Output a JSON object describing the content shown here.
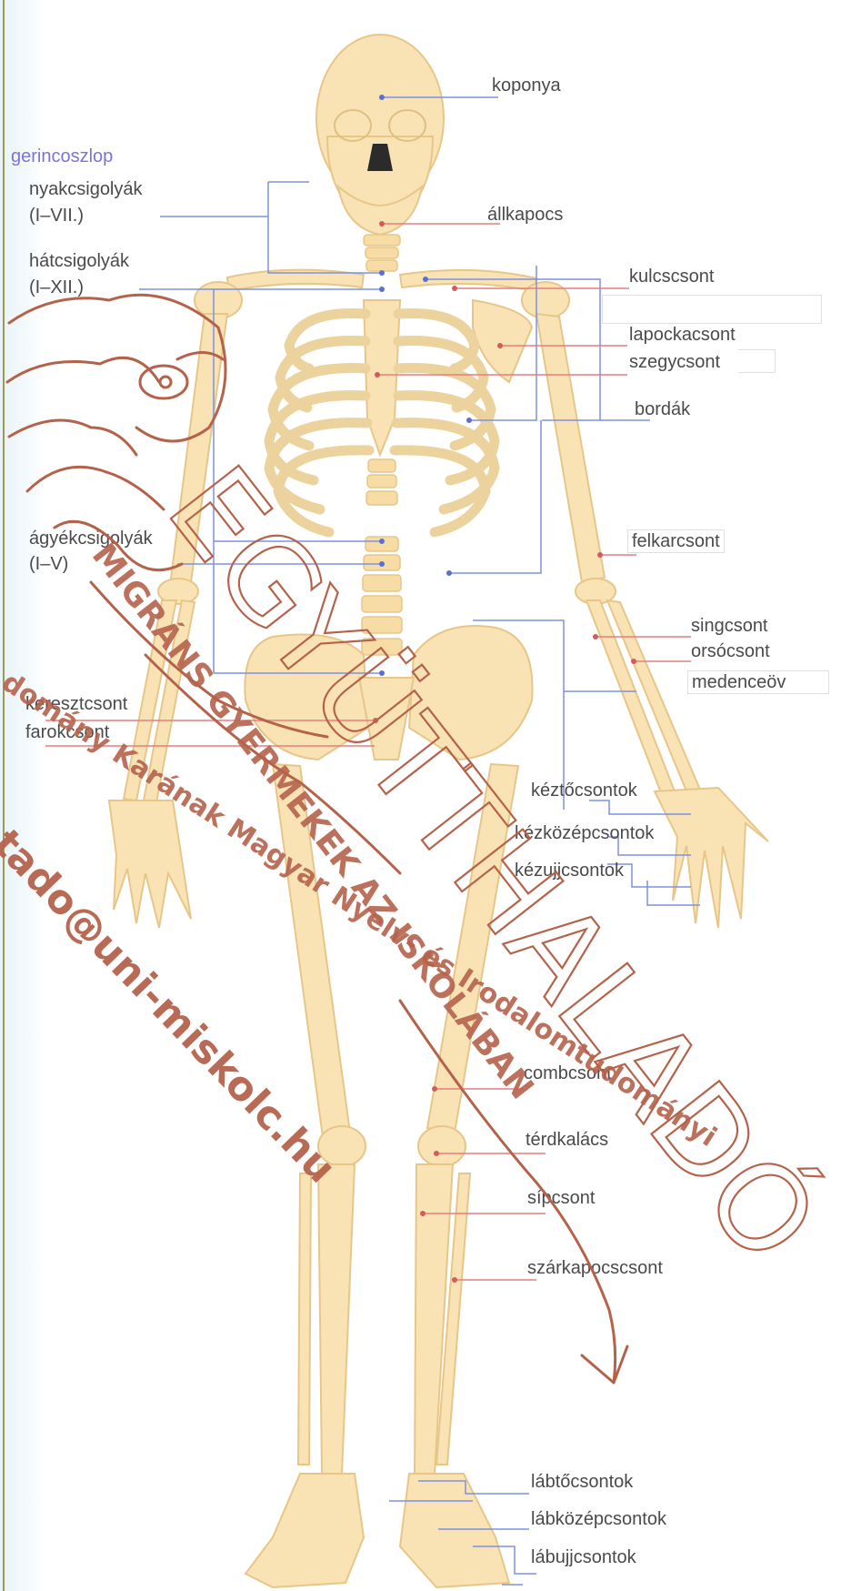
{
  "labels": {
    "gerincoszlop": "gerincoszlop",
    "nyakcsigolyak": "nyakcsigolyák",
    "nyakcsigolyak_range": "(I–VII.)",
    "hatcsigolyak": "hátcsigolyák",
    "hatcsigolyak_range": "(I–XII.)",
    "agyekcsigolyak": "ágyékcsigolyák",
    "agyekcsigolyak_range": "(I–V)",
    "keresztcsont": "keresztcsont",
    "farokcsont": "farokcsont",
    "koponya": "koponya",
    "allkapocs": "állkapocs",
    "kulcscsont": "kulcscsont",
    "lapockacsont": "lapockacsont",
    "szegycsont": "szegycsont",
    "bordak": "bordák",
    "felkarcsont": "felkarcsont",
    "singcsont": "singcsont",
    "orsocsont": "orsócsont",
    "medenceov": "medenceöv",
    "keztocsontok": "kéztőcsontok",
    "kezkozepcsontok": "kézközépcsontok",
    "kezujjcsontok": "kézujjcsontok",
    "combcsont": "combcsont",
    "terdkalacs": "térdkalács",
    "sipcsont": "sípcsont",
    "szarkapocscsont": "szárkapocscsont",
    "labtocsontok": "lábtőcsontok",
    "labkozepcsontok": "lábközépcsontok",
    "labujjcsontok": "lábujjcsontok"
  },
  "watermark": {
    "main": "EGYÜTTHALADÓ",
    "sub": "MIGRÁNS GYERMEKEK AZ ISKOLÁBAN",
    "department": "domány Karának Magyar Nyelv- és Irodalomtudományi",
    "email": "tado@uni-miskolc.hu"
  },
  "colors": {
    "bone_fill": "#f9e3b4",
    "bone_stroke": "#e7c688",
    "blue_leader": "#7d92e0",
    "red_leader": "#e47f7f",
    "watermark": "#b5624b",
    "heading": "#7b74d8"
  }
}
